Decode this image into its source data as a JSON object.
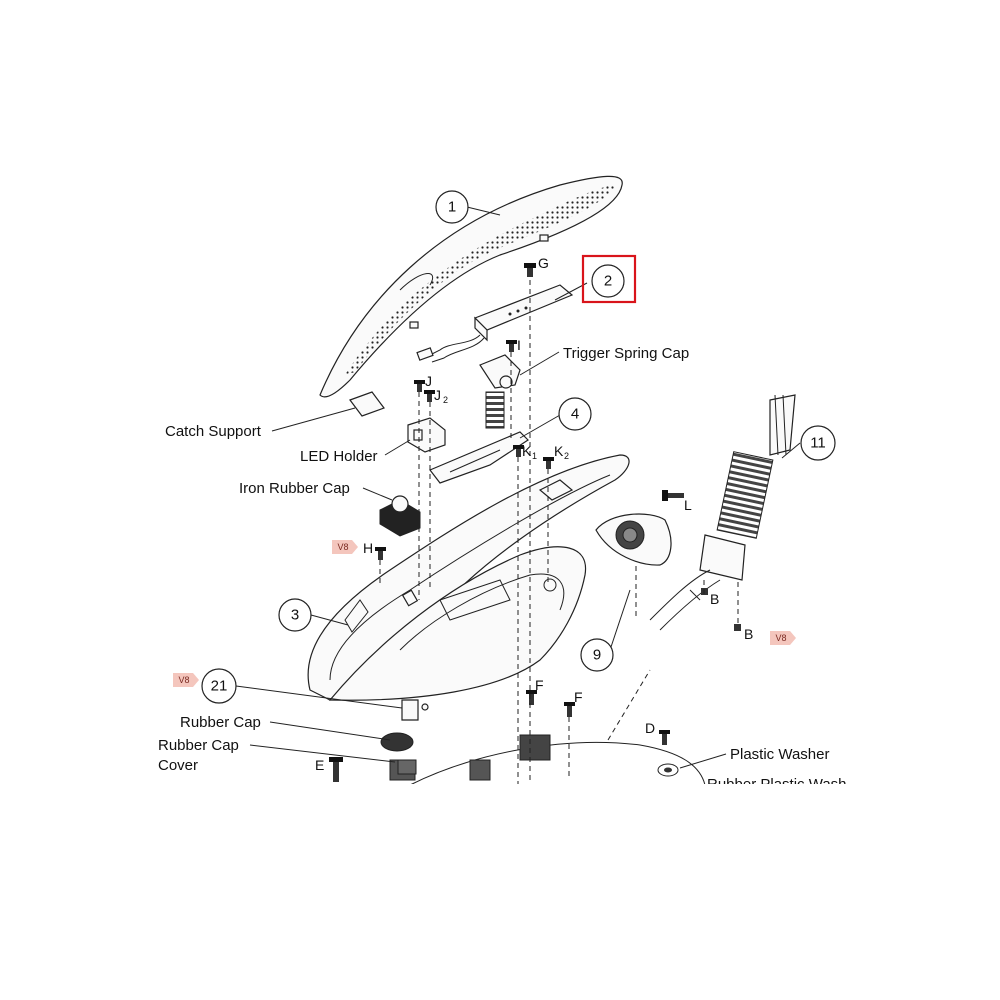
{
  "callouts": [
    "1",
    "2",
    "3",
    "4",
    "9",
    "11",
    "21"
  ],
  "labels": {
    "trigger_spring_cap": "Trigger Spring Cap",
    "catch_support": "Catch Support",
    "led_holder": "LED Holder",
    "iron_rubber_cap": "Iron Rubber Cap",
    "rubber_cap": "Rubber Cap",
    "rubber_cap_cover_1": "Rubber Cap",
    "rubber_cap_cover_2": "Cover",
    "plastic_washer": "Plastic Washer",
    "cut_label": "Rubber Plastic Wash"
  },
  "screw_letters": {
    "G": "G",
    "I": "I",
    "J1": "J",
    "J2": "J",
    "J2_sub": "2",
    "K1": "K",
    "K1_sub": "1",
    "K2": "K",
    "K2_sub": "2",
    "L": "L",
    "H": "H",
    "B_top": "B",
    "B_bottom": "B",
    "F_left": "F",
    "F_right": "F",
    "D": "D",
    "E": "E"
  },
  "version_tags": [
    "V8",
    "V8",
    "V8"
  ],
  "highlight": {
    "callout": "2",
    "color": "#d9141b"
  },
  "colors": {
    "tag_fill": "#f4c6bd",
    "line": "#222222"
  }
}
